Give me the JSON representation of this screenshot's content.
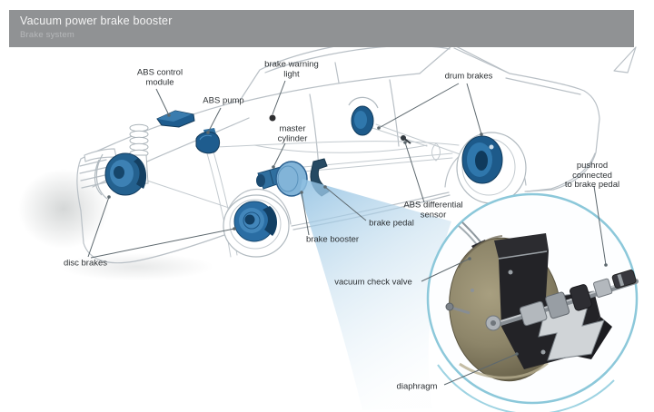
{
  "header": {
    "title": "Vacuum power brake booster",
    "subtitle": "Brake system"
  },
  "labels": {
    "abs_control_module": "ABS control\nmodule",
    "abs_pump": "ABS pump",
    "brake_warning_light": "brake warning\nlight",
    "drum_brakes": "drum brakes",
    "master_cylinder": "master\ncylinder",
    "abs_differential_sensor": "ABS differential\nsensor",
    "brake_pedal": "brake pedal",
    "brake_booster": "brake booster",
    "disc_brakes": "disc brakes",
    "vacuum_check_valve": "vacuum check valve",
    "pushrod_connected": "pushrod connected\nto brake pedal",
    "diaphragm": "diaphragm"
  },
  "colors": {
    "header_bg": "#909294",
    "header_title": "#f4f4f4",
    "header_subtitle": "#b6b8ba",
    "component_blue": "#1e5c8e",
    "component_blue_light": "#82b4d8",
    "beam_blue": "#8fc0e2",
    "circle_stroke": "#8cc8da",
    "dome_khaki": "#8d8569",
    "cutaway_dark": "#232327",
    "label_text": "#2d3134",
    "car_line_gray": "#b9c0c6"
  }
}
